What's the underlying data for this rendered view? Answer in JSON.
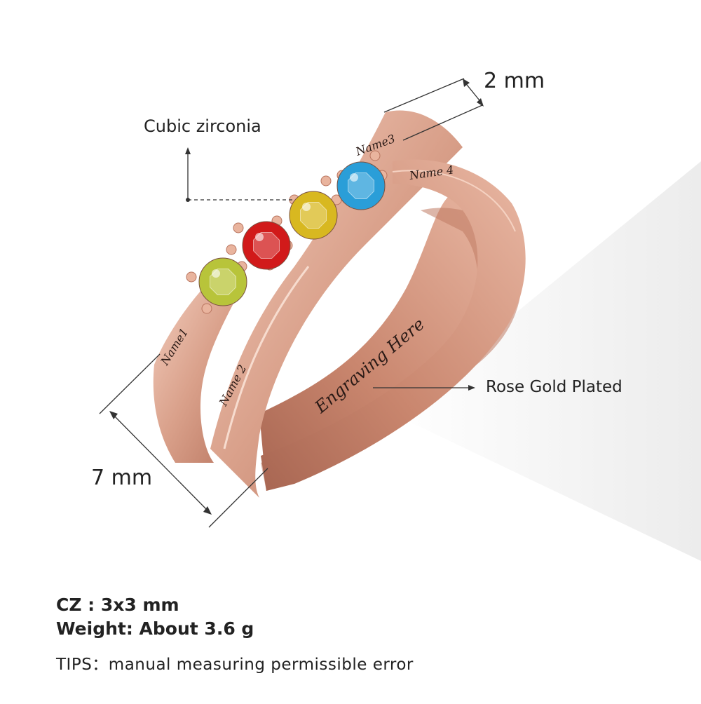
{
  "annotations": {
    "cubic_zirconia": "Cubic zirconia",
    "band_width": "2 mm",
    "band_height": "7 mm",
    "plating": "Rose Gold Plated"
  },
  "engravings": {
    "name1": "Name1",
    "name2": "Name 2",
    "name3": "Name3",
    "name4": "Name 4",
    "inside": "Engraving Here"
  },
  "specs": {
    "cz_size": "CZ : 3x3 mm",
    "weight": "Weight: About 3.6 g",
    "tips": "TIPS：manual measuring permissible error"
  },
  "stones": [
    {
      "name": "stone-peridot",
      "color": "#b8c43a"
    },
    {
      "name": "stone-ruby",
      "color": "#d11a1a"
    },
    {
      "name": "stone-citrine",
      "color": "#d8b820"
    },
    {
      "name": "stone-aquamarine",
      "color": "#2a9ed8"
    }
  ],
  "colors": {
    "rose_gold": "#d9a08a",
    "rose_gold_dark": "#b8745e",
    "rose_gold_light": "#f3cdbd",
    "text": "#222222"
  }
}
